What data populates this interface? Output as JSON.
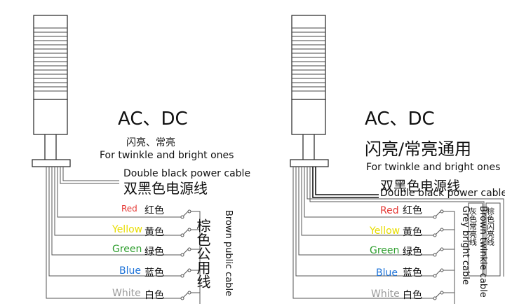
{
  "left": {
    "title": "AC、DC",
    "subtitle_cn": "闪亮、常亮",
    "subtitle_en": "For twinkle and bright ones",
    "power_en": "Double black power cable",
    "power_cn": "双黑色电源线",
    "common_cn": "棕色公用线",
    "common_en": "Brown public cable",
    "colors": [
      {
        "en": "Red",
        "cn": "红色",
        "hex": "#e53935"
      },
      {
        "en": "Yellow",
        "cn": "黄色",
        "hex": "#f2e600"
      },
      {
        "en": "Green",
        "cn": "绿色",
        "hex": "#2e9e2e"
      },
      {
        "en": "Blue",
        "cn": "蓝色",
        "hex": "#1e73d8"
      },
      {
        "en": "White",
        "cn": "白色",
        "hex": "#9a9a9a"
      }
    ]
  },
  "right": {
    "title": "AC、DC",
    "subtitle_cn": "闪亮/常亮通用",
    "subtitle_en": "For twinkle and bright ones",
    "power_cn": "双黑色电源线",
    "power_en": "Double black power cable",
    "grey_cn": "灰色常亮线",
    "grey_en": "Grey bright cable",
    "brown_cn": "棕色闪亮线",
    "brown_en": "Brown twinkle cable",
    "colors": [
      {
        "en": "Red",
        "cn": "红色",
        "hex": "#e53935"
      },
      {
        "en": "Yellow",
        "cn": "黄色",
        "hex": "#f2e600"
      },
      {
        "en": "Green",
        "cn": "绿色",
        "hex": "#2e9e2e"
      },
      {
        "en": "Blue",
        "cn": "蓝色",
        "hex": "#1e73d8"
      },
      {
        "en": "White",
        "cn": "白色",
        "hex": "#9a9a9a"
      }
    ]
  }
}
